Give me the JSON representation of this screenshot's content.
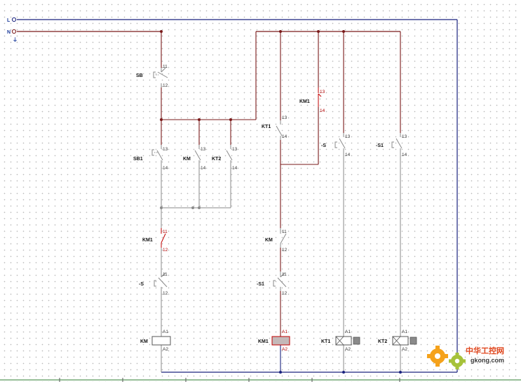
{
  "supply": {
    "line_top": "L",
    "line_neutral": "N",
    "pe_mark": "⏚"
  },
  "components": {
    "sb": {
      "label": "SB",
      "t1": "11",
      "t2": "12"
    },
    "sb1": {
      "label": "SB1",
      "t1": "13",
      "t2": "14"
    },
    "km_seal": {
      "label": "KM",
      "t1": "13",
      "t2": "14"
    },
    "kt2_c": {
      "label": "KT2",
      "t1": "13",
      "t2": "14"
    },
    "km1_nc": {
      "label": "KM1",
      "t1": "11",
      "t2": "12"
    },
    "s_nc": {
      "label": "-S",
      "t1": "11",
      "t2": "12"
    },
    "km_coil": {
      "label": "KM",
      "t1": "A1",
      "t2": "A2"
    },
    "kt1_c": {
      "label": "KT1",
      "t1": "13",
      "t2": "14"
    },
    "km1_no": {
      "label": "KM1",
      "t1": "13",
      "t2": "14"
    },
    "km_nc2": {
      "label": "KM",
      "t1": "11",
      "t2": "12"
    },
    "s1_nc": {
      "label": "-S1",
      "t1": "11",
      "t2": "12"
    },
    "km1_coil": {
      "label": "KM1",
      "t1": "A1",
      "t2": "A2"
    },
    "s_no": {
      "label": "-S",
      "t1": "13",
      "t2": "14"
    },
    "kt1_coil": {
      "label": "KT1",
      "t1": "A1",
      "t2": "A2"
    },
    "s1_no": {
      "label": "-S1",
      "t1": "13",
      "t2": "14"
    },
    "kt2_coil": {
      "label": "KT2",
      "t1": "A1",
      "t2": "A2"
    }
  },
  "watermark": {
    "site": "中华工控网",
    "url": "gkong.com"
  },
  "colors": {
    "wire_red": "#7a1a1a",
    "wire_gray": "#8a8a8a",
    "wire_blue": "#1a237e",
    "active_red": "#c00000",
    "coil_active_fill": "#c4b8b8",
    "watermark_orange": "#f5a21b",
    "watermark_green": "#a6c23a"
  }
}
